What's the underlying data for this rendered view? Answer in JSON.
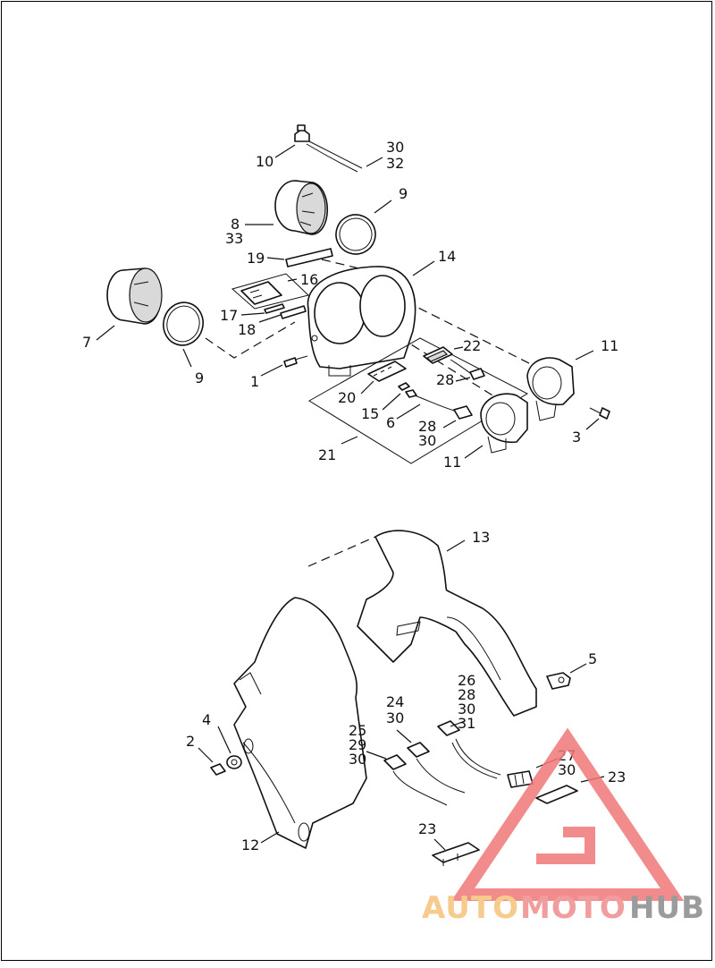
{
  "callouts": [
    {
      "id": "c10",
      "text": "10"
    },
    {
      "id": "c30a",
      "text": "30"
    },
    {
      "id": "c32",
      "text": "32"
    },
    {
      "id": "c9a",
      "text": "9"
    },
    {
      "id": "c8",
      "text": "8"
    },
    {
      "id": "c33",
      "text": "33"
    },
    {
      "id": "c19",
      "text": "19"
    },
    {
      "id": "c14",
      "text": "14"
    },
    {
      "id": "c16",
      "text": "16"
    },
    {
      "id": "c17",
      "text": "17"
    },
    {
      "id": "c18",
      "text": "18"
    },
    {
      "id": "c7",
      "text": "7"
    },
    {
      "id": "c9b",
      "text": "9"
    },
    {
      "id": "c22",
      "text": "22"
    },
    {
      "id": "c11a",
      "text": "11"
    },
    {
      "id": "c1",
      "text": "1"
    },
    {
      "id": "c28a",
      "text": "28"
    },
    {
      "id": "c20",
      "text": "20"
    },
    {
      "id": "c15",
      "text": "15"
    },
    {
      "id": "c6",
      "text": "6"
    },
    {
      "id": "c28b",
      "text": "28"
    },
    {
      "id": "c30b",
      "text": "30"
    },
    {
      "id": "c3",
      "text": "3"
    },
    {
      "id": "c21",
      "text": "21"
    },
    {
      "id": "c11b",
      "text": "11"
    },
    {
      "id": "c13",
      "text": "13"
    },
    {
      "id": "c5",
      "text": "5"
    },
    {
      "id": "c26",
      "text": "26"
    },
    {
      "id": "c28c",
      "text": "28"
    },
    {
      "id": "c30c",
      "text": "30"
    },
    {
      "id": "c31",
      "text": "31"
    },
    {
      "id": "c24",
      "text": "24"
    },
    {
      "id": "c30d",
      "text": "30"
    },
    {
      "id": "c4",
      "text": "4"
    },
    {
      "id": "c2",
      "text": "2"
    },
    {
      "id": "c25",
      "text": "25"
    },
    {
      "id": "c29",
      "text": "29"
    },
    {
      "id": "c30e",
      "text": "30"
    },
    {
      "id": "c27",
      "text": "27"
    },
    {
      "id": "c30f",
      "text": "30"
    },
    {
      "id": "c23a",
      "text": "23"
    },
    {
      "id": "c12",
      "text": "12"
    },
    {
      "id": "c23b",
      "text": "23"
    }
  ],
  "watermark": {
    "part1": "AUTO",
    "part2": "MOTO",
    "part3": "HUB",
    "color_auto": "#f5c27a",
    "color_moto": "#f08c8c",
    "color_hub": "#8a8a8a",
    "triangle_color": "#f07878"
  }
}
